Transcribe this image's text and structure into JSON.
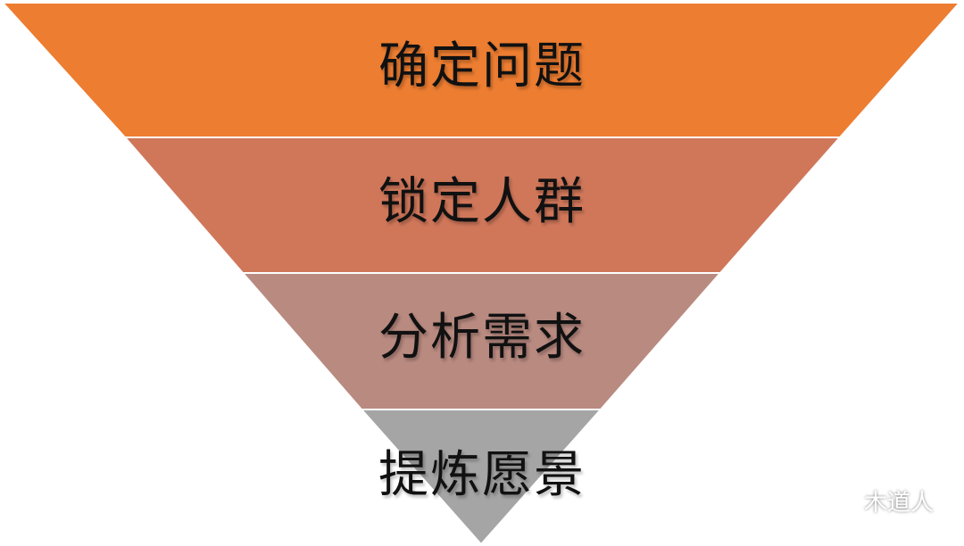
{
  "funnel": {
    "stages": [
      {
        "label": "确定问题",
        "color": "#ED7D31"
      },
      {
        "label": "锁定人群",
        "color": "#D0775A"
      },
      {
        "label": "分析需求",
        "color": "#B98A80"
      },
      {
        "label": "提炼愿景",
        "color": "#A5A5A5"
      }
    ],
    "separator_color": "#ffffff"
  },
  "watermark": {
    "icon": "wechat-icon",
    "text": "木道人"
  }
}
